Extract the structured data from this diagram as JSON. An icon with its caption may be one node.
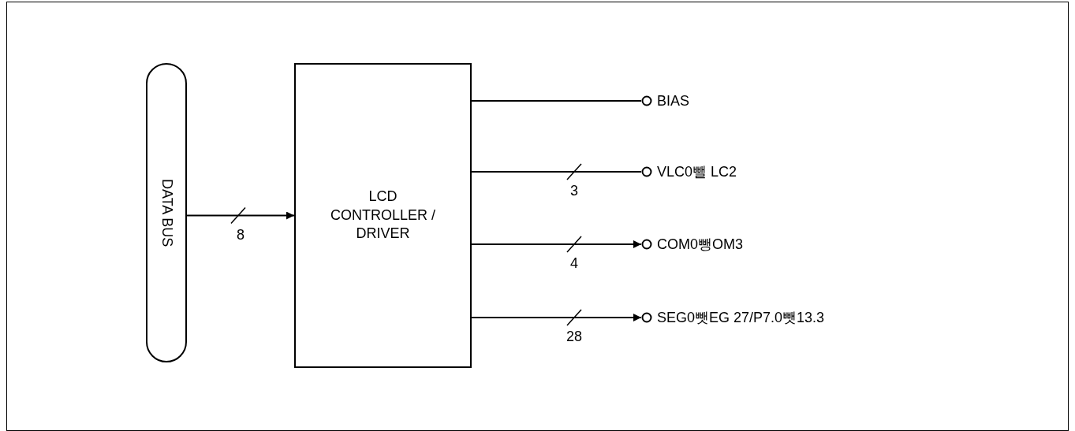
{
  "diagram": {
    "nodes": [
      {
        "text": [
          "DATA BUS"
        ]
      },
      {
        "text": [
          "LCD CONTROLLER / DRIVER"
        ]
      },
      {
        "text": [
          "BIAS"
        ]
      },
      {
        "text": [
          "VLC0뺄 LC2"
        ]
      },
      {
        "text": [
          "COM0뺑OM3"
        ]
      },
      {
        "text": [
          "SEG0뺏EG 27/P7.0뺏13.3"
        ]
      }
    ],
    "edges": [
      {
        "from": 0,
        "to": 1,
        "arrow": "to",
        "label": "8"
      },
      {
        "from": 1,
        "to": 2,
        "arrow": "none"
      },
      {
        "from": 1,
        "to": 3,
        "arrow": "none",
        "label": "3"
      },
      {
        "from": 1,
        "to": 4,
        "arrow": "to",
        "label": "4"
      },
      {
        "from": 1,
        "to": 5,
        "arrow": "to",
        "label": "28"
      }
    ]
  }
}
